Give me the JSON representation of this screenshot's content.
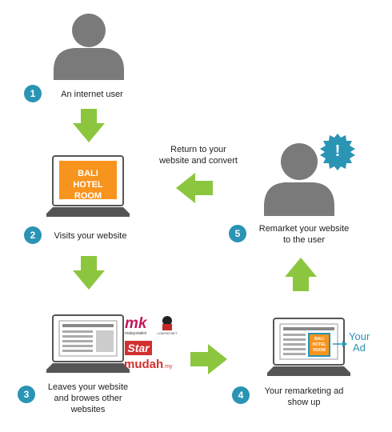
{
  "colors": {
    "step": "#2a94b4",
    "arrow": "#8cc63f",
    "screen_orange": "#f7941d",
    "person": "#7a7a7a",
    "alert": "#2a94b4"
  },
  "steps": [
    {
      "num": "1",
      "label": "An internet user"
    },
    {
      "num": "2",
      "label": "Visits your website"
    },
    {
      "num": "3",
      "label_line1": "Leaves your website",
      "label_line2": "and browes other",
      "label_line3": "websites"
    },
    {
      "num": "4",
      "label_line1": "Your remarketing ad",
      "label_line2": "show up"
    },
    {
      "num": "5",
      "label_line1": "Remarket your website",
      "label_line2": "to the user"
    }
  ],
  "return_label": {
    "line1": "Return to your",
    "line2": "website and convert"
  },
  "website_screen": {
    "line1": "BALI",
    "line2": "HOTEL ROOM"
  },
  "ad_screen": {
    "line1": "BALI",
    "line2": "HOTEL",
    "line3": "ROOM"
  },
  "your_ad": {
    "line1": "Your",
    "line2": "Ad"
  },
  "alert_mark": "!",
  "logos": {
    "mk": "mk",
    "mk_sub": "malaysiakini",
    "lowyat": "LOWYAT.NET",
    "star": "Star",
    "mudah": "mudah",
    "mudah_suffix": ".my"
  }
}
